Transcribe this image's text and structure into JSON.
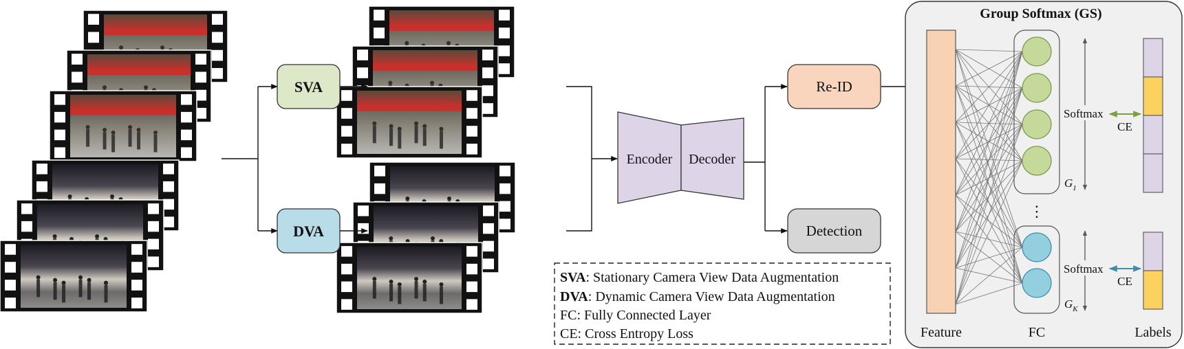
{
  "boxes": {
    "sva": "SVA",
    "dva": "DVA",
    "encoder": "Encoder",
    "decoder": "Decoder",
    "reid": "Re-ID",
    "detection": "Detection"
  },
  "legend": [
    {
      "abbr": "SVA",
      "text": ": Stationary Camera View Data Augmentation"
    },
    {
      "abbr": "DVA",
      "text": ": Dynamic Camera View Data Augmentation"
    },
    {
      "abbr": "",
      "text": "FC: Fully Connected Layer"
    },
    {
      "abbr": "",
      "text": "CE: Cross Entropy Loss"
    }
  ],
  "gs": {
    "title": "Group Softmax (GS)",
    "feature_label": "Feature",
    "fc_label": "FC",
    "labels_label": "Labels",
    "softmax_1": "Softmax",
    "ce_1": "CE",
    "softmax_k": "Softmax",
    "ce_k": "CE",
    "group_1": "G",
    "group_1_sub": "1",
    "group_k": "G",
    "group_k_sub": "K",
    "ellipsis": "⋮"
  },
  "colors": {
    "sva_fill": "#dde8c8",
    "dva_fill": "#b9dde8",
    "codec_fill": "#ddd4e8",
    "reid_fill": "#f9d5bd",
    "detection_fill": "#d6d6d6",
    "feature_fill": "#f9d2b4",
    "green_node": "#c5d99a",
    "blue_node": "#94cfe0",
    "label_yellow": "#fbd25e",
    "label_purple": "#ddd4e8",
    "gs_bg": "#f0f0f0",
    "ce_arrow_green": "#7aa23a",
    "ce_arrow_blue": "#3b8fab"
  }
}
